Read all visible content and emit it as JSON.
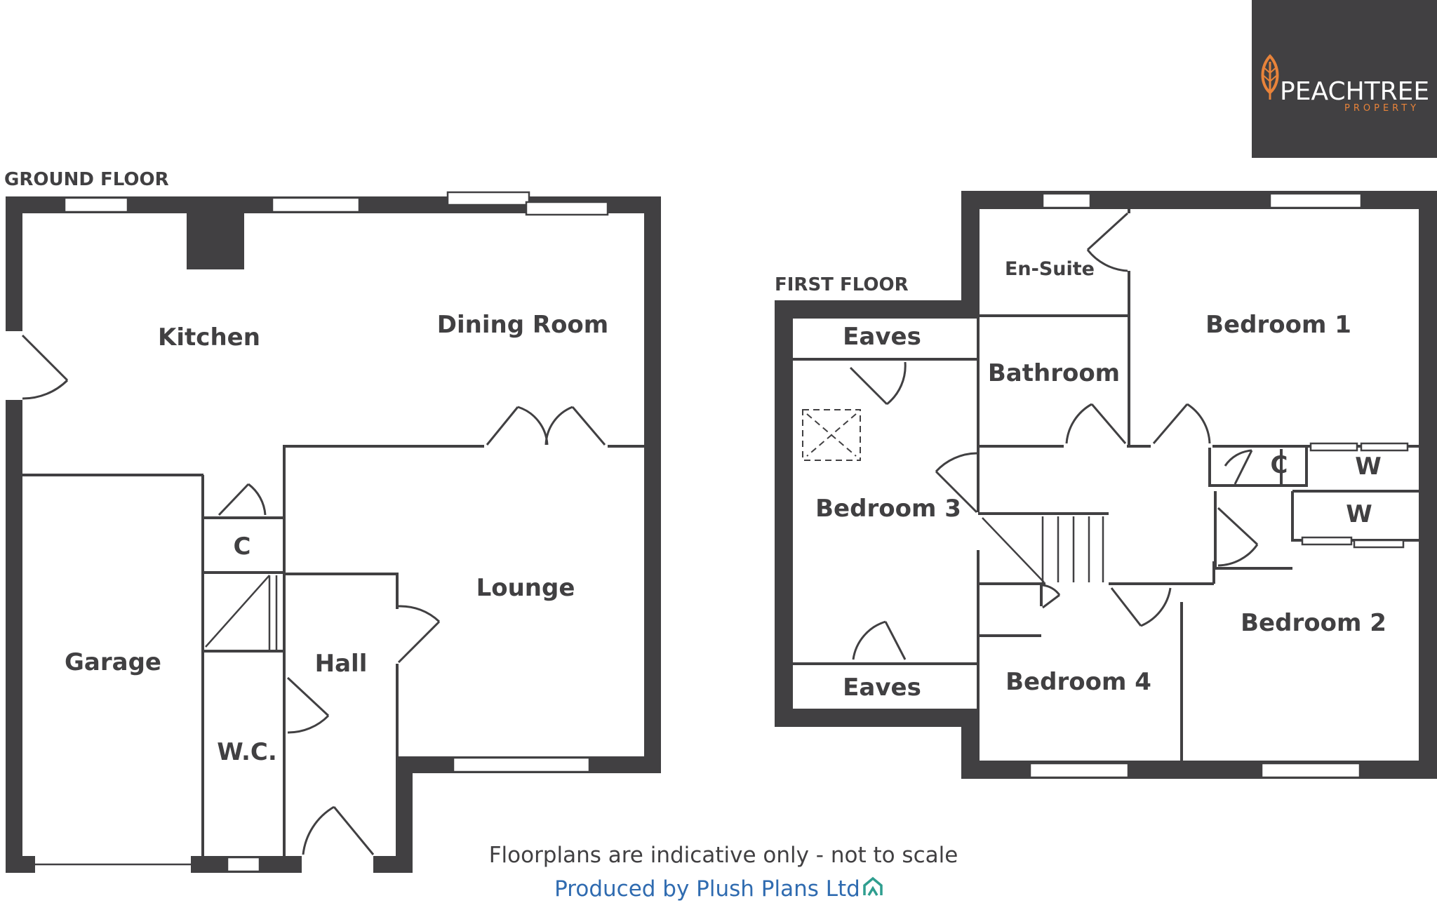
{
  "ground_floor": {
    "title": "GROUND FLOOR",
    "rooms": {
      "kitchen": "Kitchen",
      "dining_room": "Dining Room",
      "garage": "Garage",
      "cupboard": "C",
      "hall": "Hall",
      "lounge": "Lounge",
      "wc": "W.C."
    }
  },
  "first_floor": {
    "title": "FIRST FLOOR",
    "rooms": {
      "en_suite": "En-Suite",
      "bedroom_1": "Bedroom 1",
      "eaves_top": "Eaves",
      "bathroom": "Bathroom",
      "bedroom_3": "Bedroom 3",
      "cupboard": "C",
      "wardrobe_1": "W",
      "wardrobe_2": "W",
      "bedroom_2": "Bedroom 2",
      "bedroom_4": "Bedroom 4",
      "eaves_bottom": "Eaves"
    }
  },
  "footer": {
    "disclaimer": "Floorplans are indicative only - not to scale",
    "credit": "Produced by Plush Plans Ltd"
  },
  "logo": {
    "word": "PEACHTREE",
    "sub": "PROPERTY",
    "background_color": "#414042",
    "accent_color": "#e8833a"
  },
  "colors": {
    "wall": "#414042",
    "credit_text": "#2f6bb0"
  }
}
